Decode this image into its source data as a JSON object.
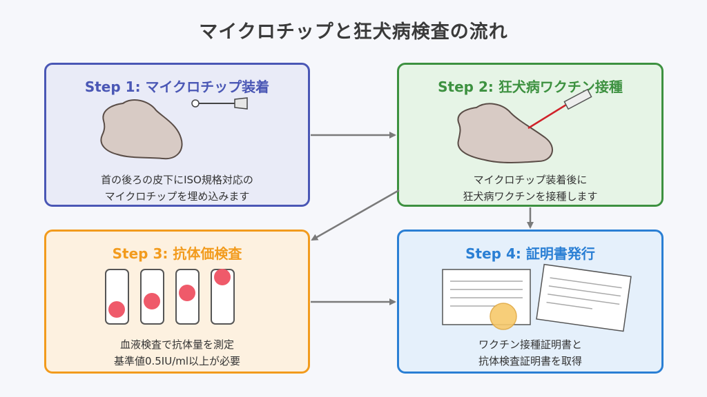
{
  "title": "マイクロチップと狂犬病検査の流れ",
  "steps": [
    {
      "heading": "Step 1: マイクロチップ装着",
      "desc_line1": "首の後ろの皮下にISO規格対応の",
      "desc_line2": "マイクロチップを埋め込みます"
    },
    {
      "heading": "Step 2: 狂犬病ワクチン接種",
      "desc_line1": "マイクロチップ装着後に",
      "desc_line2": "狂犬病ワクチンを接種します"
    },
    {
      "heading": "Step 3: 抗体価検査",
      "desc_line1": "血液検査で抗体量を測定",
      "desc_line2": "基準値0.5IU/ml以上が必要"
    },
    {
      "heading": "Step 4: 証明書発行",
      "desc_line1": "ワクチン接種証明書と",
      "desc_line2": "抗体検査証明書を取得"
    }
  ],
  "colors": {
    "step1": "#4a57b5",
    "step2": "#3d9140",
    "step3": "#f29b1d",
    "step4": "#2a7fd4",
    "arrow": "#7a7a7a",
    "blob": "#d8cbc5",
    "blood": "#ef5a6a",
    "seal": "#f7c96b"
  }
}
